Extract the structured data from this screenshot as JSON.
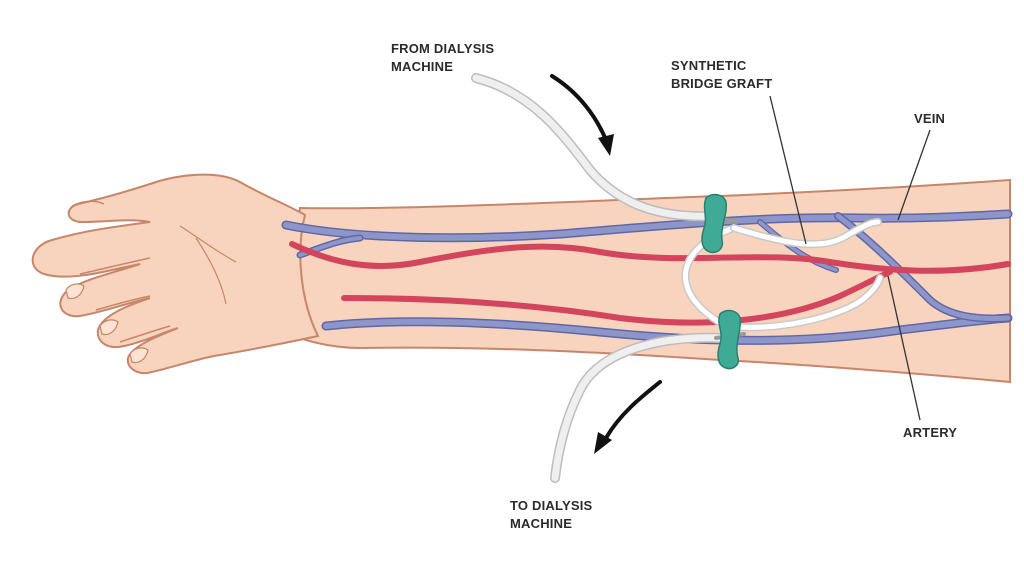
{
  "labels": {
    "from_machine": {
      "line1": "FROM DIALYSIS",
      "line2": "MACHINE"
    },
    "graft": {
      "line1": "SYNTHETIC",
      "line2": "BRIDGE GRAFT"
    },
    "vein": "VEIN",
    "artery": "ARTERY",
    "to_machine": {
      "line1": "TO DIALYSIS",
      "line2": "MACHINE"
    }
  },
  "colors": {
    "skin": "#f8d3bd",
    "skin_outline": "#c7866c",
    "vein": "#8d95c9",
    "vein_outline": "#5f68a6",
    "artery": "#d3455d",
    "graft": "#ffffff",
    "clamp": "#3faa96",
    "tube": "#ededed",
    "text": "#2b2b2b"
  }
}
